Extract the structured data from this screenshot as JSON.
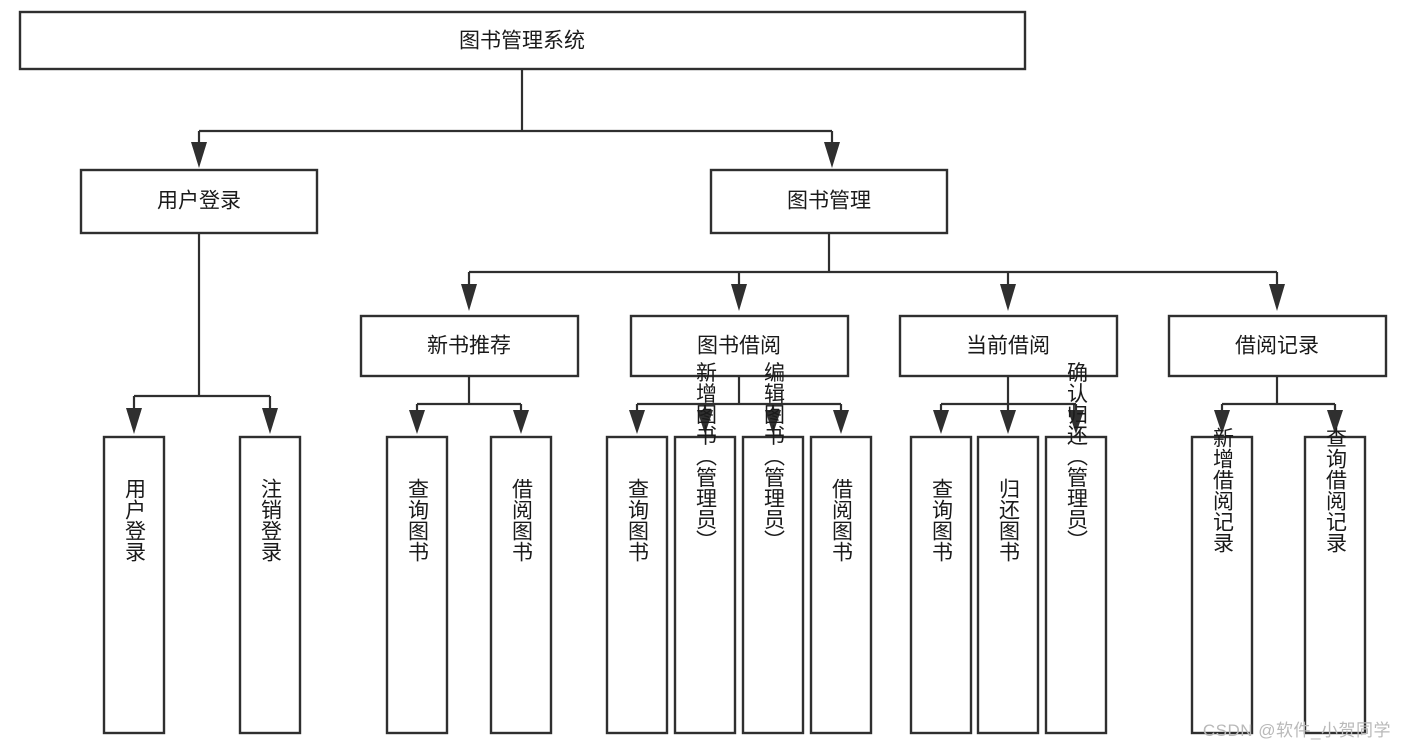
{
  "diagram": {
    "title": "图书管理系统",
    "type": "tree-hierarchy",
    "watermark": "CSDN @软件_小贺同学",
    "nodes": {
      "root": {
        "label": "图书管理系统",
        "level": 0
      },
      "l1_a": {
        "label": "用户登录",
        "level": 1
      },
      "l1_b": {
        "label": "图书管理",
        "level": 1
      },
      "l2_a": {
        "label": "新书推荐",
        "level": 2
      },
      "l2_b": {
        "label": "图书借阅",
        "level": 2
      },
      "l2_c": {
        "label": "当前借阅",
        "level": 2
      },
      "l2_d": {
        "label": "借阅记录",
        "level": 2
      },
      "leaf_01": {
        "label": "用户登录",
        "level": 3
      },
      "leaf_02": {
        "label": "注销登录",
        "level": 3
      },
      "leaf_03": {
        "label": "查询图书",
        "level": 3
      },
      "leaf_04": {
        "label": "借阅图书",
        "level": 3
      },
      "leaf_05": {
        "label": "查询图书",
        "level": 3
      },
      "leaf_06": {
        "label": "新增图书（管理员）",
        "level": 3
      },
      "leaf_07": {
        "label": "编辑图书（管理员）",
        "level": 3
      },
      "leaf_08": {
        "label": "借阅图书",
        "level": 3
      },
      "leaf_09": {
        "label": "查询图书",
        "level": 3
      },
      "leaf_10": {
        "label": "归还图书",
        "level": 3
      },
      "leaf_11": {
        "label": "确认归还（管理员）",
        "level": 3
      },
      "leaf_12": {
        "label": "新增借阅记录",
        "level": 3
      },
      "leaf_13": {
        "label": "查询借阅记录",
        "level": 3
      }
    },
    "edges": [
      {
        "from": "root",
        "to": "l1_a"
      },
      {
        "from": "root",
        "to": "l1_b"
      },
      {
        "from": "l1_b",
        "to": "l2_a"
      },
      {
        "from": "l1_b",
        "to": "l2_b"
      },
      {
        "from": "l1_b",
        "to": "l2_c"
      },
      {
        "from": "l1_b",
        "to": "l2_d"
      },
      {
        "from": "l1_a",
        "to": "leaf_01"
      },
      {
        "from": "l1_a",
        "to": "leaf_02"
      },
      {
        "from": "l2_a",
        "to": "leaf_03"
      },
      {
        "from": "l2_a",
        "to": "leaf_04"
      },
      {
        "from": "l2_b",
        "to": "leaf_05"
      },
      {
        "from": "l2_b",
        "to": "leaf_06"
      },
      {
        "from": "l2_b",
        "to": "leaf_07"
      },
      {
        "from": "l2_b",
        "to": "leaf_08"
      },
      {
        "from": "l2_c",
        "to": "leaf_09"
      },
      {
        "from": "l2_c",
        "to": "leaf_10"
      },
      {
        "from": "l2_c",
        "to": "leaf_11"
      },
      {
        "from": "l2_d",
        "to": "leaf_12"
      },
      {
        "from": "l2_d",
        "to": "leaf_13"
      }
    ],
    "colors": {
      "box_fill": "#ffffff",
      "box_stroke": "#2f2f2f",
      "text": "#1a1a1a",
      "background": "#ffffff",
      "watermark": "#b9b9b9"
    }
  }
}
